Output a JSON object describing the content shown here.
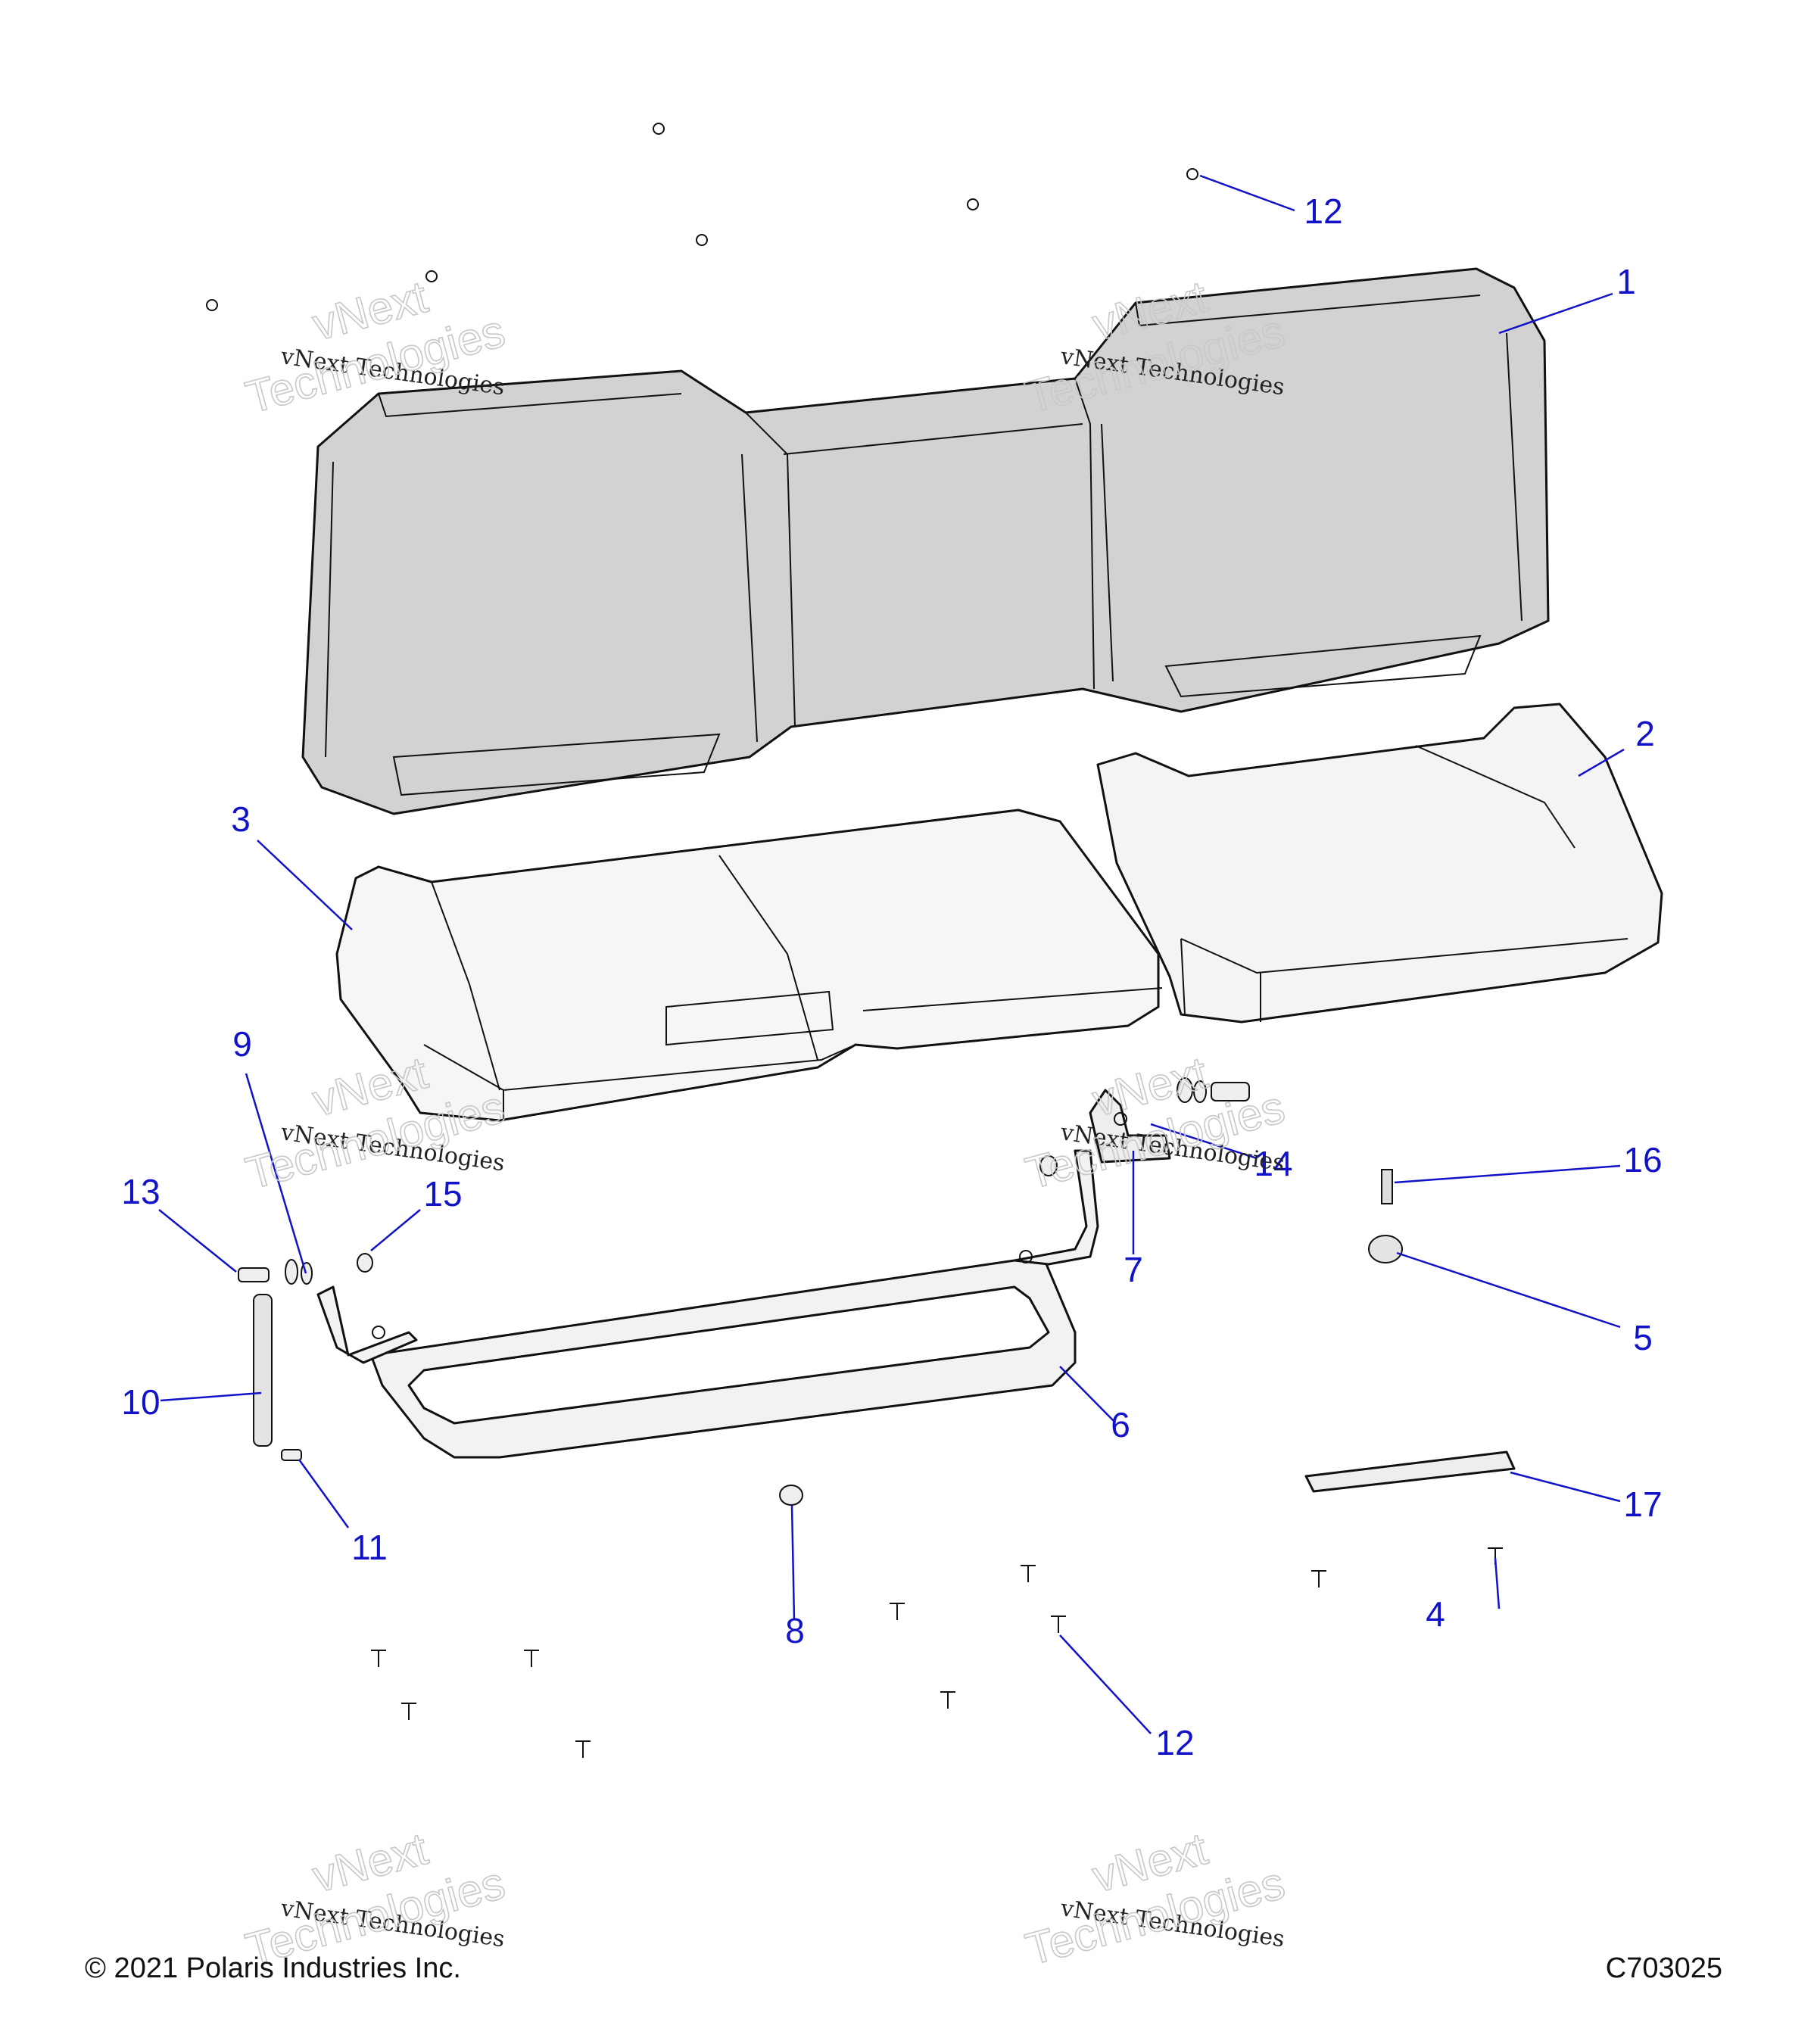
{
  "callouts": [
    {
      "label": "1"
    },
    {
      "label": "2"
    },
    {
      "label": "3"
    },
    {
      "label": "4"
    },
    {
      "label": "5"
    },
    {
      "label": "6"
    },
    {
      "label": "7"
    },
    {
      "label": "8"
    },
    {
      "label": "9"
    },
    {
      "label": "10"
    },
    {
      "label": "11"
    },
    {
      "label": "12"
    },
    {
      "label": "12"
    },
    {
      "label": "13"
    },
    {
      "label": "14"
    },
    {
      "label": "15"
    },
    {
      "label": "16"
    },
    {
      "label": "17"
    }
  ],
  "watermark": {
    "line1": "vNext Technologies",
    "line2": "vNext",
    "line3": "Technologies"
  },
  "footer": {
    "copyright": "© 2021 Polaris Industries Inc.",
    "diagram_id": "C703025"
  },
  "colors": {
    "callout": "#1212c8",
    "part_fill_back": "#d0d0d0",
    "part_fill_cushion": "#f4f4f4"
  }
}
